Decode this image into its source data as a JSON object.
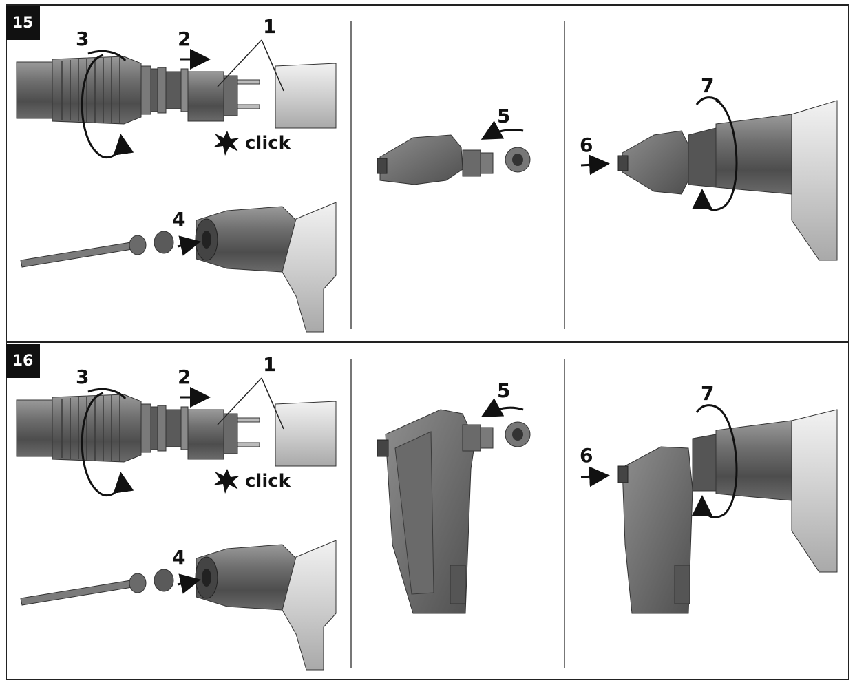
{
  "figures": [
    {
      "badge": "15",
      "callouts": {
        "c1": "1",
        "c2": "2",
        "c3": "3",
        "c4": "4",
        "c5": "5",
        "c6": "6",
        "c7": "7"
      },
      "click_text": "click"
    },
    {
      "badge": "16",
      "callouts": {
        "c1": "1",
        "c2": "2",
        "c3": "3",
        "c4": "4",
        "c5": "5",
        "c6": "6",
        "c7": "7"
      },
      "click_text": "click"
    }
  ],
  "colors": {
    "tool_dark": "#5d5d5d",
    "tool_mid": "#8a8a8a",
    "tool_light": "#c9c9c9",
    "outline": "#222222"
  }
}
